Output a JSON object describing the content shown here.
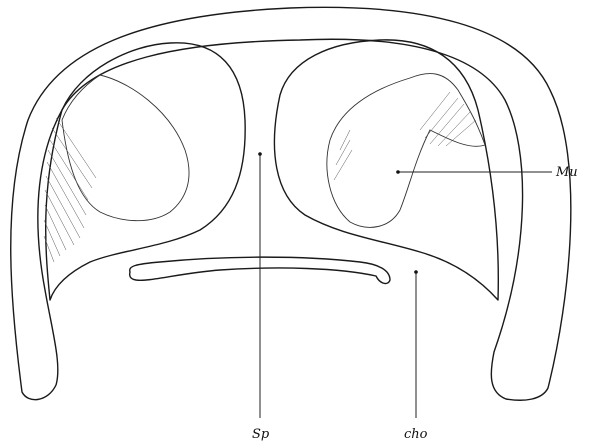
{
  "labels": {
    "mu": "Mu",
    "sp": "Sp",
    "cho": "cho"
  }
}
